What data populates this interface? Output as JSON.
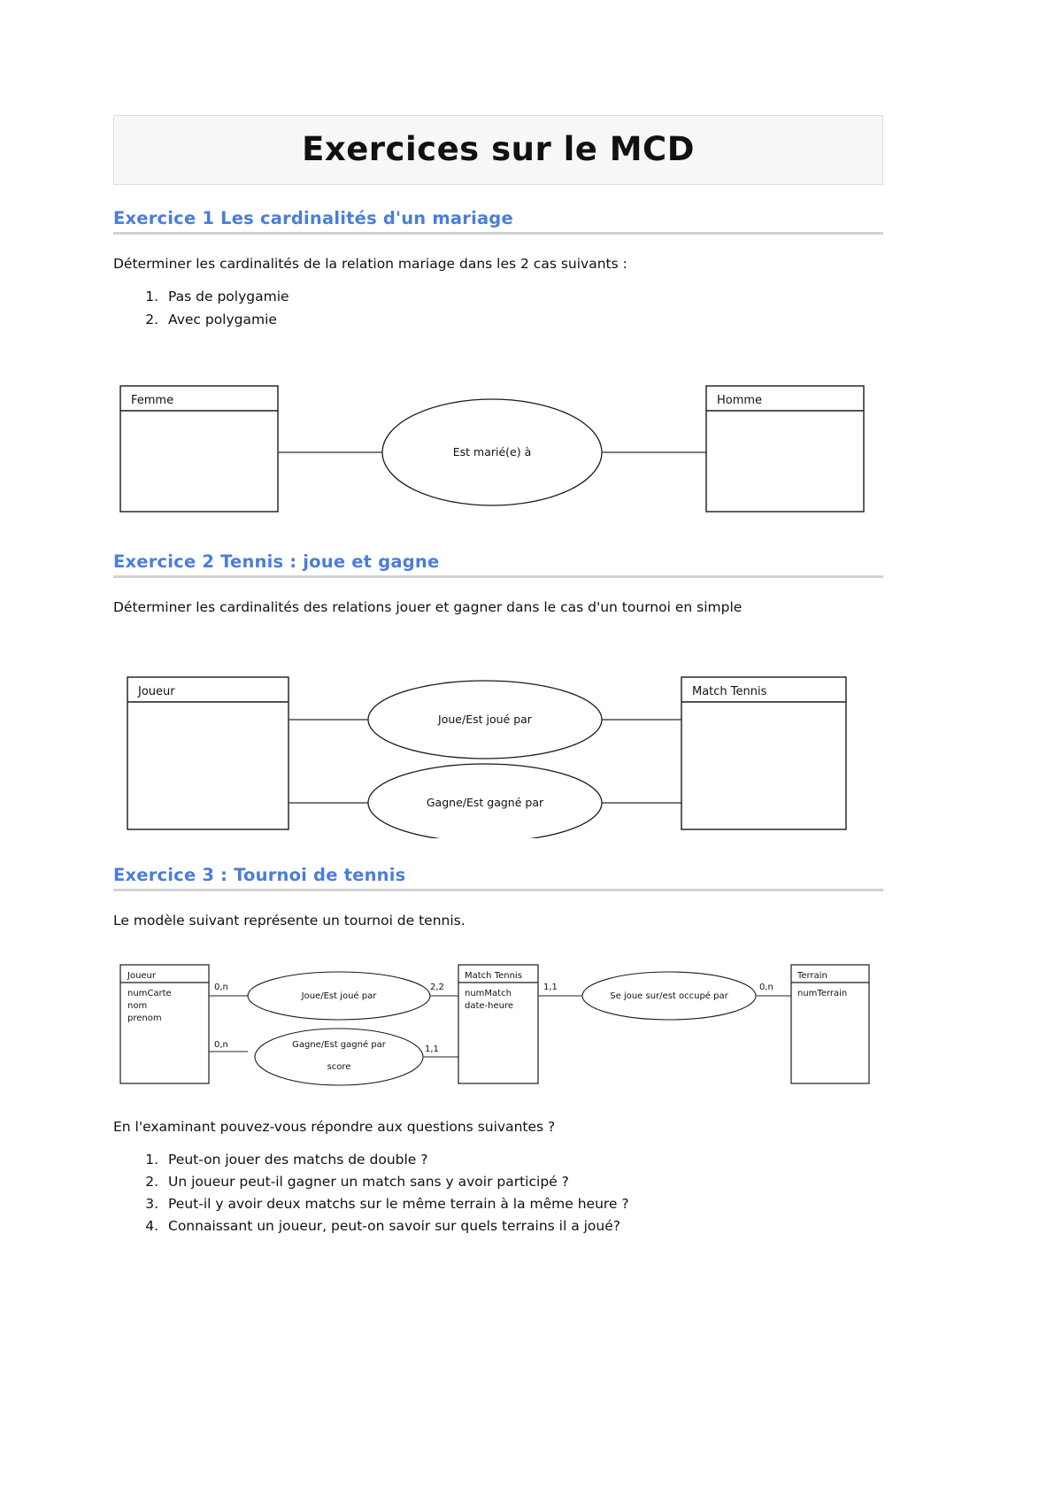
{
  "document": {
    "title": "Exercices sur le MCD"
  },
  "exercise1": {
    "heading": "Exercice 1 Les cardinalités d'un mariage",
    "intro": "Déterminer les cardinalités de la relation mariage dans les 2 cas suivants :",
    "items": [
      "Pas de polygamie",
      "Avec polygamie"
    ],
    "diagram": {
      "type": "entity-relationship",
      "entities": [
        {
          "name": "Femme",
          "attributes": []
        },
        {
          "name": "Homme",
          "attributes": []
        }
      ],
      "relationships": [
        {
          "label": "Est marié(e) à",
          "left_cardinality": "",
          "right_cardinality": ""
        }
      ]
    }
  },
  "exercise2": {
    "heading": "Exercice 2 Tennis : joue et gagne",
    "intro": "Déterminer les cardinalités des relations jouer et gagner dans le cas d'un tournoi en simple",
    "diagram": {
      "type": "entity-relationship",
      "entities": [
        {
          "name": "Joueur",
          "attributes": []
        },
        {
          "name": "Match Tennis",
          "attributes": []
        }
      ],
      "relationships": [
        {
          "label": "Joue/Est joué par",
          "left_cardinality": "",
          "right_cardinality": ""
        },
        {
          "label": "Gagne/Est gagné par",
          "left_cardinality": "",
          "right_cardinality": ""
        }
      ]
    }
  },
  "exercise3": {
    "heading": "Exercice 3 : Tournoi de tennis",
    "intro": "Le modèle suivant représente un tournoi de tennis.",
    "diagram": {
      "type": "entity-relationship",
      "entities": [
        {
          "name": "Joueur",
          "attributes": [
            "numCarte",
            "nom",
            "prenom"
          ]
        },
        {
          "name": "Match Tennis",
          "attributes": [
            "numMatch",
            "date-heure"
          ]
        },
        {
          "name": "Terrain",
          "attributes": [
            "numTerrain"
          ]
        }
      ],
      "relationships": [
        {
          "label": "Joue/Est joué par",
          "attribute": "",
          "left_cardinality": "0,n",
          "right_cardinality": "2,2"
        },
        {
          "label": "Gagne/Est gagné par",
          "attribute": "score",
          "left_cardinality": "0,n",
          "right_cardinality": "1,1"
        },
        {
          "label": "Se joue sur/est occupé par",
          "attribute": "",
          "left_cardinality": "1,1",
          "right_cardinality": "0,n"
        }
      ]
    },
    "questions_intro": "En l'examinant pouvez-vous répondre aux questions suivantes ?",
    "questions": [
      "Peut-on jouer des matchs de double ?",
      "Un joueur peut-il gagner un match sans y avoir participé ?",
      "Peut-il y avoir deux matchs sur le même terrain à la même heure ?",
      "Connaissant un joueur, peut-on savoir sur quels terrains il a joué?"
    ]
  },
  "colors": {
    "heading": "#4a7ddd",
    "rule": "#d2d2d2",
    "banner_bg": "#f7f7f7",
    "banner_border": "#dcdcdc",
    "diagram_stroke": "#1a1a1a"
  }
}
